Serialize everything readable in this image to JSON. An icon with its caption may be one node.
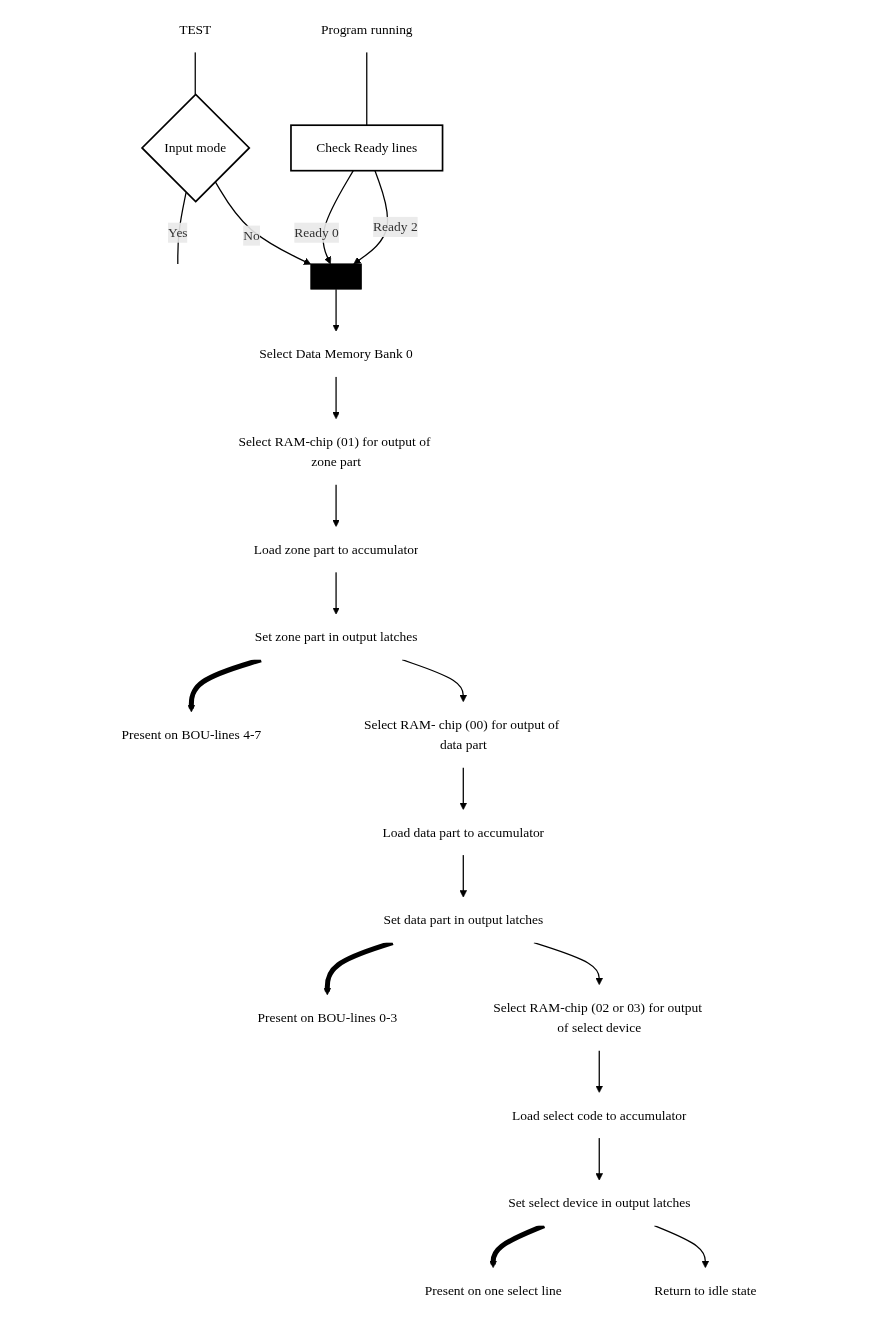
{
  "diagram": {
    "nodes": [
      {
        "text": [
          "TEST"
        ]
      },
      {
        "text": [
          "Input mode"
        ]
      },
      {
        "text": [
          "Program running"
        ]
      },
      {
        "text": [
          "Check Ready lines"
        ]
      },
      {
        "text": [],
        "shape": "bar"
      },
      {
        "text": [
          "Select Data Memory Bank 0"
        ]
      },
      {
        "text": [
          "Select RAM-chip (01) for output of zone part"
        ]
      },
      {
        "text": [
          "Load zone part to accumulator"
        ]
      },
      {
        "text": [
          "Set zone part in output latches"
        ]
      },
      {
        "text": [
          "Present on BOU-lines 4-7"
        ]
      },
      {
        "text": [
          "Select RAM- chip (00) for output of data part"
        ]
      },
      {
        "text": [
          "Load data part to accumulator"
        ]
      },
      {
        "text": [
          "Set data part in output latches"
        ]
      },
      {
        "text": [
          "Present on BOU-lines 0-3"
        ]
      },
      {
        "text": [
          "Select RAM-chip (02 or 03) for output of select device"
        ]
      },
      {
        "text": [
          "Load select code to accumulator"
        ]
      },
      {
        "text": [
          "Set select device in output latches"
        ]
      },
      {
        "text": [
          "Present on one select line"
        ]
      },
      {
        "text": [
          "Return to idle state"
        ]
      }
    ],
    "edges": [
      {
        "from": 0,
        "to": 1,
        "arrow": "none"
      },
      {
        "from": 1,
        "to": null,
        "arrow": "none",
        "label": "Yes"
      },
      {
        "from": 1,
        "to": 4,
        "arrow": "to",
        "label": "No"
      },
      {
        "from": 2,
        "to": 3,
        "arrow": "none"
      },
      {
        "from": 3,
        "to": 4,
        "arrow": "to",
        "label": "Ready 0"
      },
      {
        "from": 3,
        "to": 4,
        "arrow": "to",
        "label": "Ready 2"
      },
      {
        "from": 4,
        "to": 5,
        "arrow": "to"
      },
      {
        "from": 5,
        "to": 6,
        "arrow": "to"
      },
      {
        "from": 6,
        "to": 7,
        "arrow": "to"
      },
      {
        "from": 7,
        "to": 8,
        "arrow": "to"
      },
      {
        "from": 8,
        "to": 9,
        "arrow": "to",
        "style": "thick"
      },
      {
        "from": 8,
        "to": 10,
        "arrow": "to"
      },
      {
        "from": 10,
        "to": 11,
        "arrow": "to"
      },
      {
        "from": 11,
        "to": 12,
        "arrow": "to"
      },
      {
        "from": 12,
        "to": 13,
        "arrow": "to",
        "style": "thick"
      },
      {
        "from": 12,
        "to": 14,
        "arrow": "to"
      },
      {
        "from": 14,
        "to": 15,
        "arrow": "to"
      },
      {
        "from": 15,
        "to": 16,
        "arrow": "to"
      },
      {
        "from": 16,
        "to": 17,
        "arrow": "to",
        "style": "thick"
      },
      {
        "from": 16,
        "to": 18,
        "arrow": "to"
      }
    ]
  }
}
